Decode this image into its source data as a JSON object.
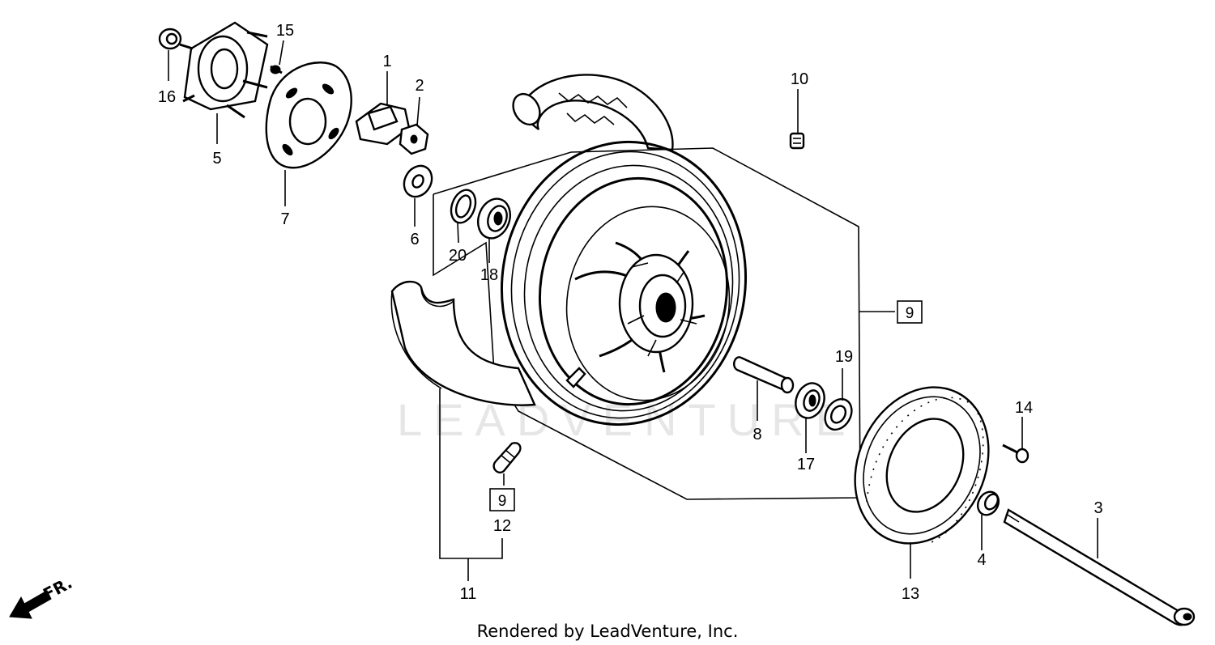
{
  "diagram": {
    "watermark": "LEADVENTURE",
    "credit": "Rendered by LeadVenture, Inc.",
    "direction_label": "FR.",
    "callouts": {
      "c1": "1",
      "c2": "2",
      "c3": "3",
      "c4": "4",
      "c5": "5",
      "c6": "6",
      "c7": "7",
      "c8": "8",
      "c10": "10",
      "c11": "11",
      "c12": "12",
      "c13": "13",
      "c14": "14",
      "c15": "15",
      "c16": "16",
      "c17": "17",
      "c18": "18",
      "c19": "19",
      "c20": "20"
    },
    "boxed_callouts": {
      "assembly": "9",
      "valve": "9"
    }
  }
}
